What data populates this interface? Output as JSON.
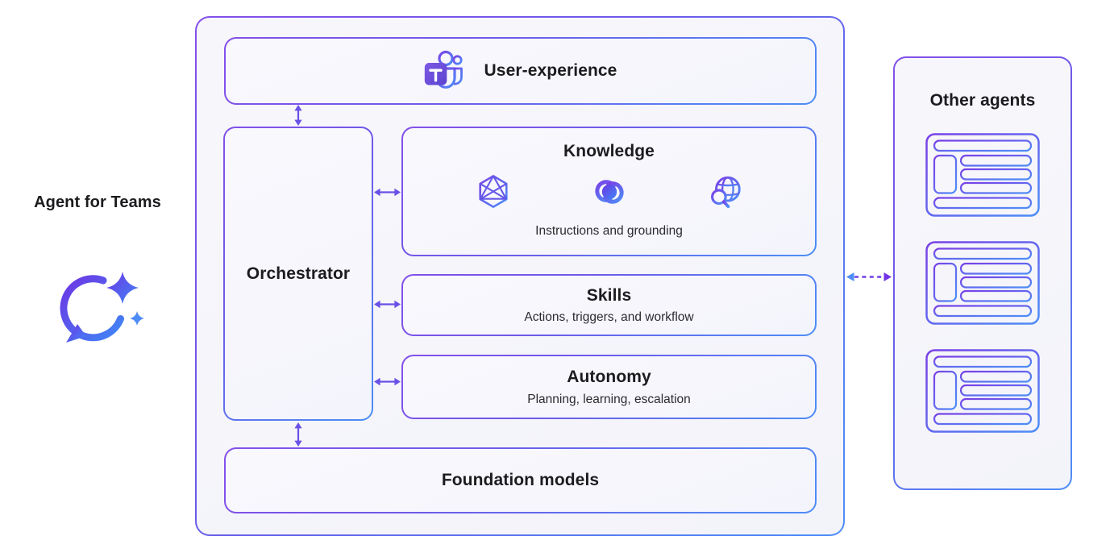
{
  "agent_label": {
    "text": "Agent for Teams"
  },
  "architecture": {
    "user_experience": {
      "label": "User-experience",
      "icon": "teams-icon"
    },
    "orchestrator": {
      "label": "Orchestrator"
    },
    "knowledge": {
      "title": "Knowledge",
      "subtitle": "Instructions and grounding",
      "icons": [
        "geodesic-sphere-icon",
        "spiral-knot-icon",
        "globe-search-icon"
      ]
    },
    "skills": {
      "title": "Skills",
      "subtitle": "Actions, triggers, and workflow"
    },
    "autonomy": {
      "title": "Autonomy",
      "subtitle": "Planning, learning, escalation"
    },
    "foundation_models": {
      "label": "Foundation models"
    }
  },
  "other_agents": {
    "title": "Other agents",
    "card_count": 3
  },
  "connections": {
    "solid_arrows": [
      "user-experience–orchestrator",
      "orchestrator–knowledge",
      "orchestrator–skills",
      "orchestrator–autonomy",
      "orchestrator–foundation-models"
    ],
    "dashed_arrow": "agent–other-agents"
  },
  "colors": {
    "accent_purple": "#7c4de8",
    "accent_blue": "#4d8ef7",
    "arrow_purple": "#6950e6",
    "dashed_head_blue": "#4d8ef7",
    "dashed_head_purple": "#7233e6",
    "text_primary": "#1f1f1f",
    "box_background": "#f7f6fb"
  }
}
